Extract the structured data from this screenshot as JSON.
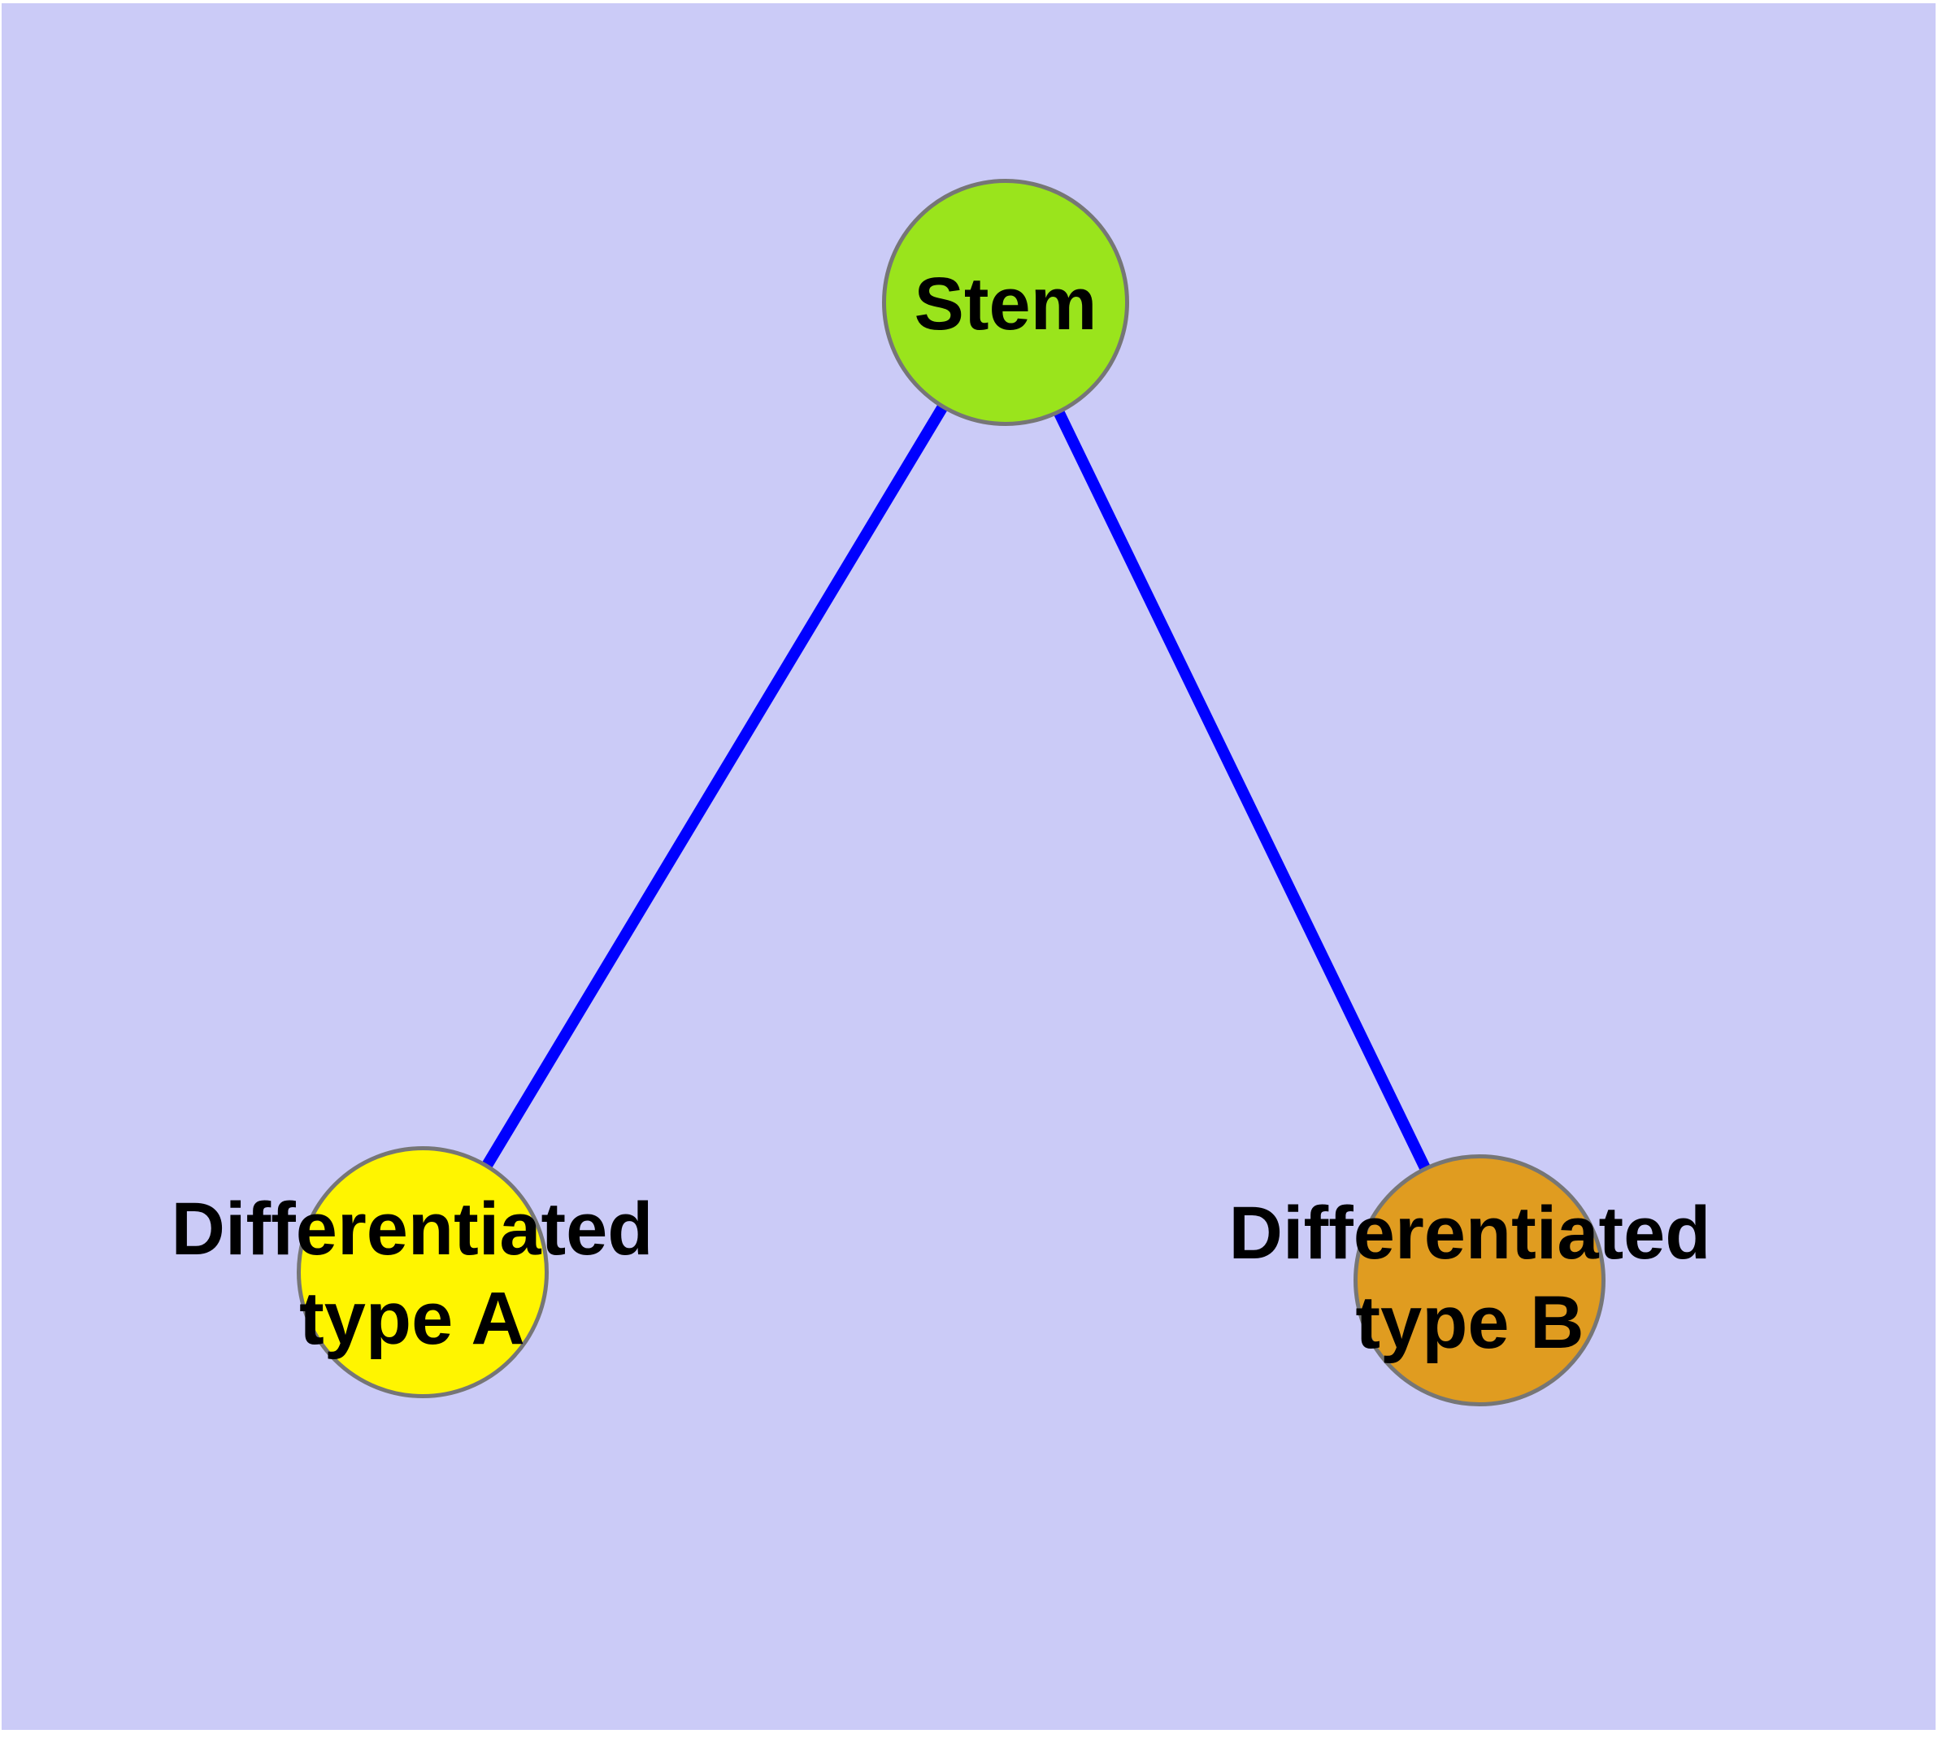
{
  "diagram": {
    "background_color": "#CBCBF7",
    "edge_color": "#0000FF",
    "node_border_color": "#767676",
    "text_color": "#000000",
    "nodes": [
      {
        "id": "stem",
        "label": "Stem",
        "fill": "#9AE41C"
      },
      {
        "id": "type-a",
        "label": "Differentiated\ntype A",
        "fill": "#FFF500"
      },
      {
        "id": "type-b",
        "label": "Differentiated\ntype B",
        "fill": "#E09C20"
      }
    ],
    "edges": [
      {
        "from": "Stem",
        "to": "Differentiated type A"
      },
      {
        "from": "Stem",
        "to": "Differentiated type B"
      }
    ]
  }
}
